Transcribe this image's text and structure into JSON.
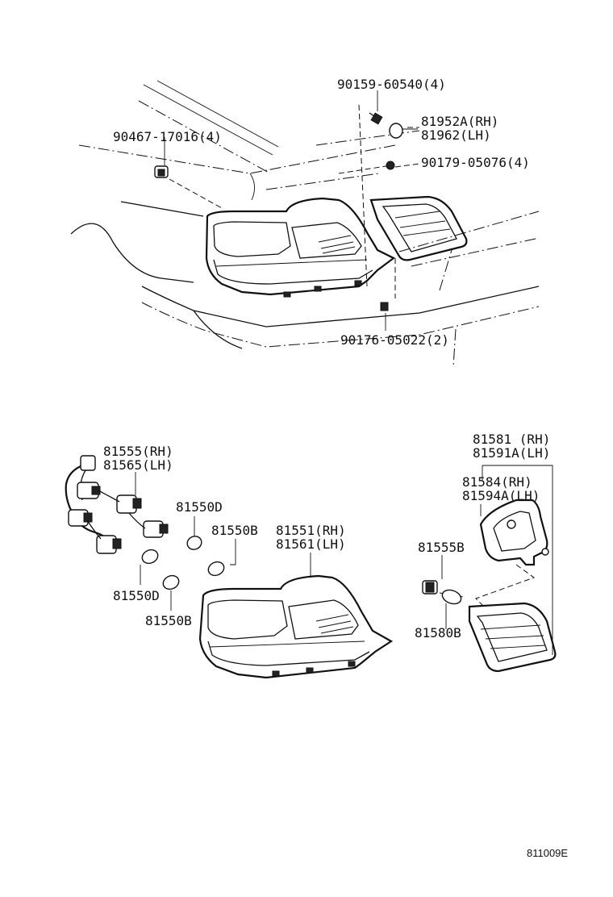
{
  "callouts": {
    "p1": "90159-60540(4)",
    "p2": "81952A(RH)",
    "p3": "81962(LH)",
    "p4": "90467-17016(4)",
    "p5": "90179-05076(4)",
    "p6": "90176-05022(2)",
    "p7": "81555(RH)",
    "p8": "81565(LH)",
    "p9": "81550D",
    "p10": "81550B",
    "p11": "81551(RH)",
    "p12": "81561(LH)",
    "p13": "81550D",
    "p14": "81550B",
    "p15": "81581 (RH)",
    "p16": "81591A(LH)",
    "p17": "81584(RH)",
    "p18": "81594A(LH)",
    "p19": "81555B",
    "p20": "81580B"
  },
  "figure_code": "811009E"
}
